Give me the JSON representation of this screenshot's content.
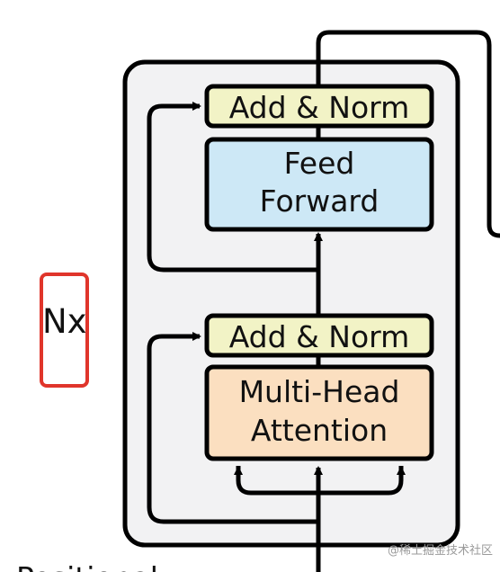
{
  "diagram": {
    "nx_label": "Nx",
    "blocks": {
      "add_norm_top": "Add & Norm",
      "feed_forward_line1": "Feed",
      "feed_forward_line2": "Forward",
      "add_norm_bottom": "Add & Norm",
      "mha_line1": "Multi-Head",
      "mha_line2": "Attention"
    },
    "partial_bottom_text": "Positional",
    "watermark": "@稀土掘金技术社区"
  },
  "colors": {
    "add_norm_fill": "#f2f3c6",
    "feed_forward_fill": "#cde8f6",
    "attention_fill": "#fbdfc0",
    "container_fill": "#f2f2f3",
    "line": "#000000",
    "highlight_box": "#e0352b",
    "watermark": "#9a9a9a"
  }
}
